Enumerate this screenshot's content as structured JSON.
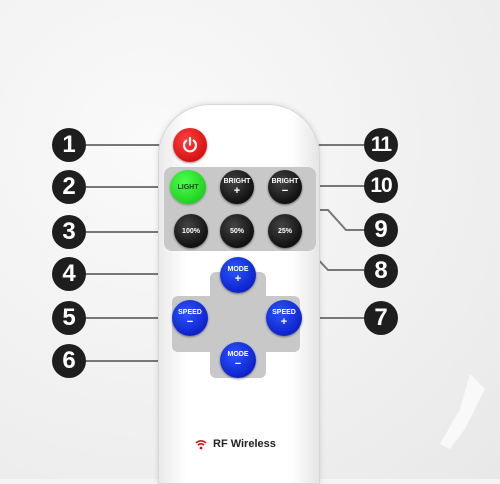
{
  "buttons": {
    "power": {
      "icon": "power-icon",
      "color": "#e01818"
    },
    "light": {
      "label": "LIGHT",
      "color": "#2fe02f"
    },
    "bright_up": {
      "label": "BRIGHT",
      "symbol": "+"
    },
    "bright_down": {
      "label": "BRIGHT",
      "symbol": "−"
    },
    "p100": {
      "label": "100%"
    },
    "p50": {
      "label": "50%"
    },
    "p25": {
      "label": "25%"
    },
    "mode_up": {
      "label": "MODE",
      "symbol": "+"
    },
    "mode_down": {
      "label": "MODE",
      "symbol": "−"
    },
    "speed_down": {
      "label": "SPEED",
      "symbol": "−"
    },
    "speed_up": {
      "label": "SPEED",
      "symbol": "+"
    }
  },
  "callouts": [
    "1",
    "2",
    "3",
    "4",
    "5",
    "6",
    "7",
    "8",
    "9",
    "10",
    "11"
  ],
  "brand": {
    "text": "RF Wireless",
    "icon": "wireless-signal-icon"
  },
  "colors": {
    "callout": "#1e1e1e",
    "blue_button": "#1530e0",
    "dark_button": "#1a1a1a",
    "panel": "#c8c8c8"
  }
}
